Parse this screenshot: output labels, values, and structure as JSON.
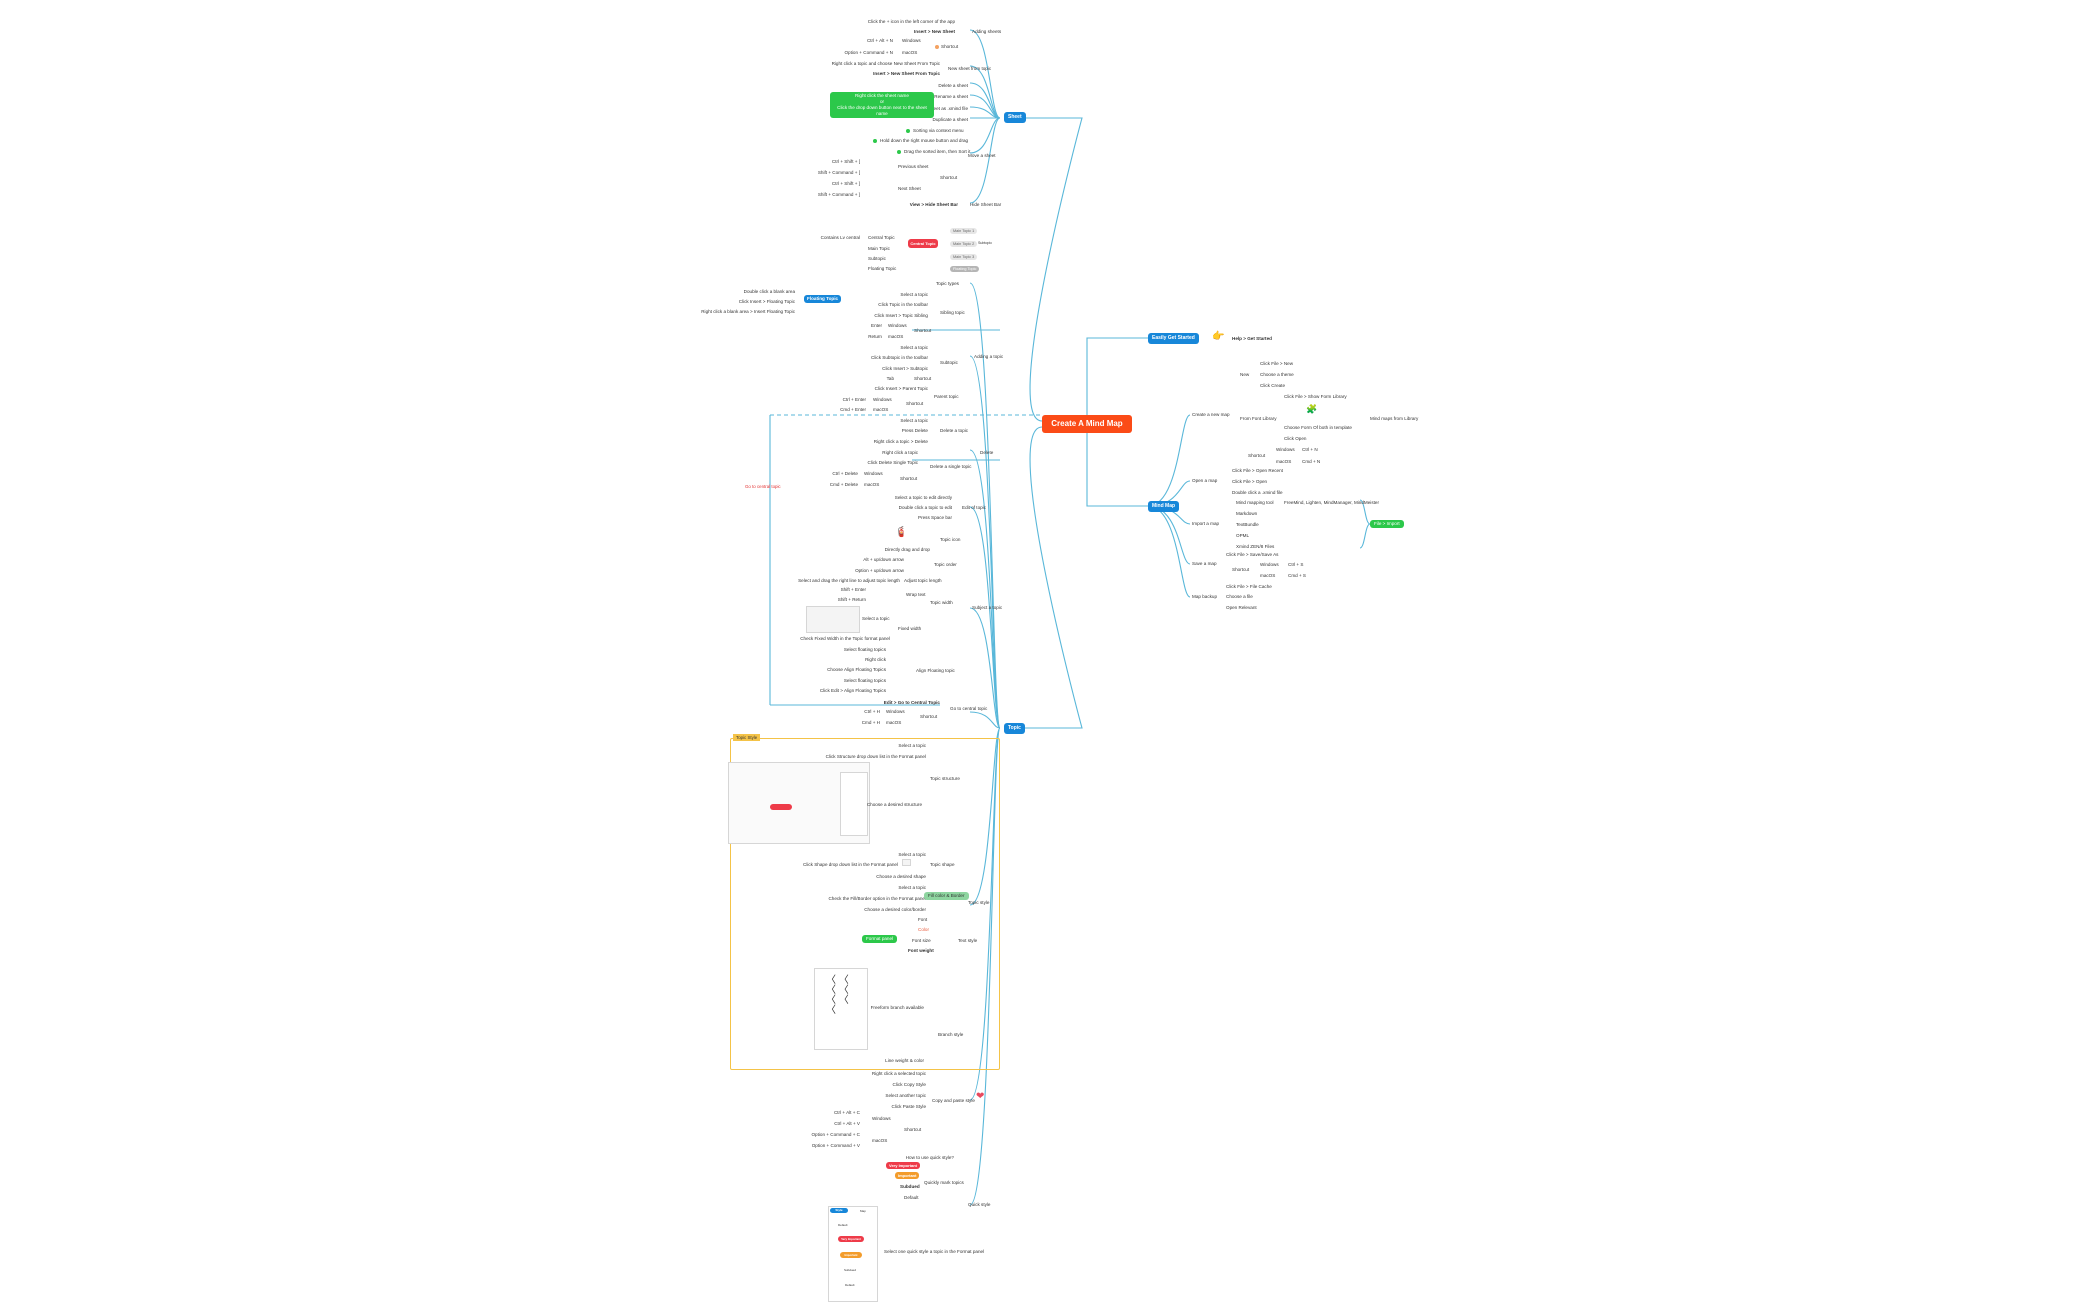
{
  "root": "Create A Mind Map",
  "branches": {
    "easily": "Easily Get Started",
    "mindmap": "Mind Map",
    "sheet": "Sheet",
    "topic": "Topic"
  },
  "easily_children": {
    "help": "Help > Get Started"
  },
  "mindmap_children": {
    "create_new_map": "Create a new map",
    "new": "New",
    "click_file_new": "Click File > New",
    "choose_theme": "Choose a theme",
    "click_create": "Click Create",
    "from_library": "From Font Library",
    "click_show_library": "Click File > Show Form Library",
    "choose_form": "Choose Form Of both in template",
    "click_open": "Click Open",
    "mind_maps_lib": "Mind maps from Library",
    "shortcut": "Shortcut",
    "windows": "Windows",
    "ctrl_n": "Ctrl + N",
    "macos": "macOS",
    "cmd_n": "Cmd + N",
    "open_map": "Open a map",
    "click_open2": "Click File > Open Recent",
    "click_open3": "Click File > Open",
    "double_click": "Double click a .xmind file",
    "import_map": "Import a map",
    "imp1": "Mind mapping tool",
    "imp2": "FreeMind, Lighten, MindManager, MindMeister",
    "imp3": "Markdown",
    "imp4": "TextBundle",
    "imp5": "OPML",
    "imp6": "Xmind ZEN/8 Files",
    "file_import": "File > Import",
    "save_map": "Save a map",
    "save_click": "Click File > Save/Save As",
    "ctrl_s": "Ctrl + S",
    "cmd_s": "Cmd + S",
    "map_backup": "Map backup",
    "choose_file": "Choose a file",
    "click_file_backup": "Click File > File Cache",
    "open_relevant": "Open Relevant"
  },
  "sheet_children": {
    "top_note": "Click the + icon in the left corner of the app",
    "insert_new_sheet": "Insert > New Sheet",
    "adding_sheet": "Adding sheets",
    "shortcut": "Shortcut",
    "ctrl_alt_n": "Ctrl + Alt + N",
    "windows": "Windows",
    "opt_cmd_n": "Option + Command + N",
    "macos": "macOS",
    "right_click": "Right click a topic and choose New Sheet From Topic",
    "insert_from_topic": "Insert > New Sheet From Topic",
    "new_sheet_from_topic": "New sheet from topic",
    "delete_sheet": "Delete a sheet",
    "rename_sheet": "Rename a sheet",
    "export_sheet": "Export sheet as .xmind file",
    "duplicate_sheet": "Duplicate a sheet",
    "green_hint_1": "Right click the sheet name",
    "green_hint_2": "or",
    "green_hint_3": "Click the drop down button next to the sheet name",
    "sort_ctx": "Sorting via context menu",
    "drag_hold": "Hold down the right mouse button and drag",
    "drag_list": "Drag the sorted item, then Sort it",
    "move_sheet": "Move a sheet",
    "previous_sheet": "Previous sheet",
    "next_sheet": "Next Sheet",
    "ctrl_shift_l": "Ctrl + Shift + [",
    "shift_cmd_l": "Shift + Command + [",
    "ctrl_shift_r": "Ctrl + Shift + ]",
    "shift_cmd_r": "Shift + Command + ]",
    "view_hide": "View > Hide Sheet Bar",
    "hide_sheet_bar": "Hide Sheet Bar"
  },
  "topic_children": {
    "central_topic_node": "Central Topic",
    "main_topic_1": "Main Topic 1",
    "main_topic_2": "Main Topic 2",
    "main_topic_3": "Main Topic 3",
    "subtopic": "Subtopic",
    "floating": "Floating Topic",
    "topic_types": "Topic types",
    "contains_lv": "Contains Lv central",
    "central_topic": "Central Topic",
    "main_topic": "Main Topic",
    "subtopic2": "Subtopic",
    "floating_topic": "Floating Topic",
    "floating_topic_btn": "Floating Topic",
    "ft1": "Double click a blank area",
    "ft2": "Click Insert > Floating Topic",
    "ft3": "Right click a blank area > Insert Floating Topic",
    "adding_topic": "Adding a topic",
    "sibling_topic": "Sibling topic",
    "select_topic": "Select a topic",
    "click_topic_toolbar": "Click Topic in the toolbar",
    "click_insert_topic": "Click Insert > Topic Sibling",
    "enter": "Enter",
    "return": "Return",
    "windows": "Windows",
    "macos": "macOS",
    "subtopic_lbl": "Subtopic",
    "select_topic2": "Select a topic",
    "click_subtopic": "Click Subtopic in the toolbar",
    "click_insert_sub": "Click Insert > Subtopic",
    "tab": "Tab",
    "parent_topic": "Parent topic",
    "click_insert_parent": "Click Insert > Parent Topic",
    "ctrl_enter": "Ctrl + Enter",
    "cmd_enter": "Cmd + Enter",
    "delete_topic": "Delete a topic",
    "delete_single": "Delete a topic",
    "select_topic3": "Select a topic",
    "press_delete": "Press Delete",
    "right_click_delete": "Right click a topic > Delete",
    "delete_sel": "Delete",
    "right_click_topic": "Right click a topic",
    "click_delete_single": "Click Delete Single Topic",
    "delete_single_topic": "Delete a single topic",
    "ctrl_delete": "Ctrl + Delete",
    "cmd_delete": "Cmd + Delete",
    "shortcut": "Shortcut",
    "go_central": "Go to central topic",
    "edit_topic": "Edit a topic",
    "double_click_edit": "Select a topic to edit directly",
    "double_click_topic": "Double click a topic to edit",
    "press_space": "Press Space bar",
    "edit_text": "Edit of topic",
    "subject_topic": "Subject a topic",
    "topic_icon": "Topic icon",
    "directly_drag": "Directly drag and drop",
    "alt_drag": "Alt + up/down arrow",
    "option_drag": "Option + up/down arrow",
    "topic_order": "Topic order",
    "wrap_line": "Wrap text",
    "wrap_hint": "Select and drag the right line to adjust topic length",
    "adjust_topic": "Adjust topic length",
    "shift_enter": "Shift + Enter",
    "shift_return": "Shift + Return",
    "topic_width": "Topic width",
    "fixed_width": "Fixed width",
    "select_topic4": "Select a topic",
    "check_fixed": "Check Fixed Width in the Topic format panel",
    "drag_floating": "Align Floating topic",
    "select_floating": "Select floating topics",
    "right_click_float": "Right click",
    "choose_align": "Choose Align Floating Topics",
    "select_floating2": "Select floating topics",
    "click_edit_align": "Click Edit > Align Floating Topics",
    "go_central_topic": "Edit > Go to Central Topic",
    "ctrl_h": "Ctrl + H",
    "cmd_h": "Cmd + H",
    "go_central_lbl": "Go to central topic"
  },
  "style_children": {
    "topic_style_tag": "Topic Style",
    "select_topic": "Select a topic",
    "click_format": "Click Structure drop down list in the Format panel",
    "topic_structure": "Topic structure",
    "choose_structure": "Choose a desired structure",
    "topic_shape": "Topic shape",
    "select_topic2": "Select a topic",
    "click_shape": "Click Shape drop down list in the Format panel",
    "choose_shape": "Choose a desired shape",
    "fill_border": "Fill color & Border",
    "select_a_topic": "Select a topic",
    "check_fill": "Check the Fill/Border option in the Format panel",
    "choose_color": "Choose a desired color/border",
    "format_panel": "Format panel",
    "topic_style": "Topic style",
    "font": "Font",
    "color": "Color",
    "font_size": "Font size",
    "font_weight": "Font weight",
    "text_style": "Text style",
    "branch_style": "Branch style",
    "freeform_branch": "Freeform branch available",
    "line_color": "Line weight & color",
    "copy_paste": "Copy and paste style",
    "right_click_sel": "Right click a selected topic",
    "click_copy": "Click Copy Style",
    "select_another": "Select another topic",
    "click_paste": "Click Paste Style",
    "shortcut": "Shortcut",
    "windows": "Windows",
    "macos": "macOS",
    "ctrl_alt_c": "Ctrl + Alt + C",
    "ctrl_alt_v": "Ctrl + Alt + V",
    "opt_cmd_c": "Option + Command + C",
    "opt_cmd_v": "Option + Command + V",
    "quick_style": "Quick style",
    "how_use": "How to use quick style?",
    "quickly_mark": "Quickly mark topics",
    "very_important": "Very Important",
    "important": "Important",
    "subdued": "Subdued",
    "default": "Default",
    "select_quick": "Select one quick style a topic in the Format panel",
    "fmt_tab_style": "Style",
    "fmt_tab_map": "Map",
    "fmt_default": "Default"
  },
  "annotation": "Go to central topic",
  "colors": {
    "root": "#fb4b17",
    "branch": "#1787d9",
    "line": "#59b7d9",
    "green": "#2cc84a",
    "yellow": "#f4c348",
    "red": "#ee3b49"
  }
}
